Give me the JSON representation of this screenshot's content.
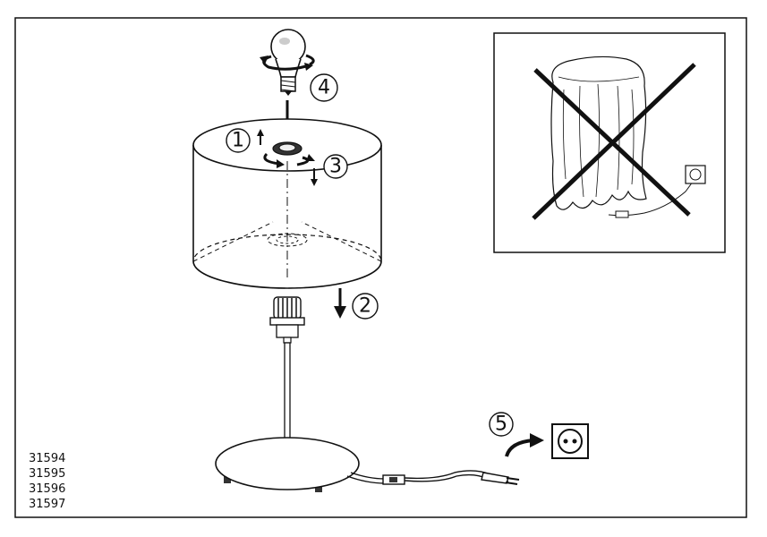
{
  "steps": {
    "s1": "1",
    "s2": "2",
    "s3": "3",
    "s4": "4",
    "s5": "5"
  },
  "product_codes": [
    "31594",
    "31595",
    "31596",
    "31597"
  ],
  "colors": {
    "line": "#111111",
    "shade_fill": "#ffffff",
    "warning_cross": "#111111"
  },
  "icons": [
    "light-bulb-icon",
    "rotate-arrows-icon",
    "down-arrow-icon",
    "up-arrow-icon",
    "power-socket-icon",
    "no-cover-warning-icon",
    "plug-icon"
  ]
}
